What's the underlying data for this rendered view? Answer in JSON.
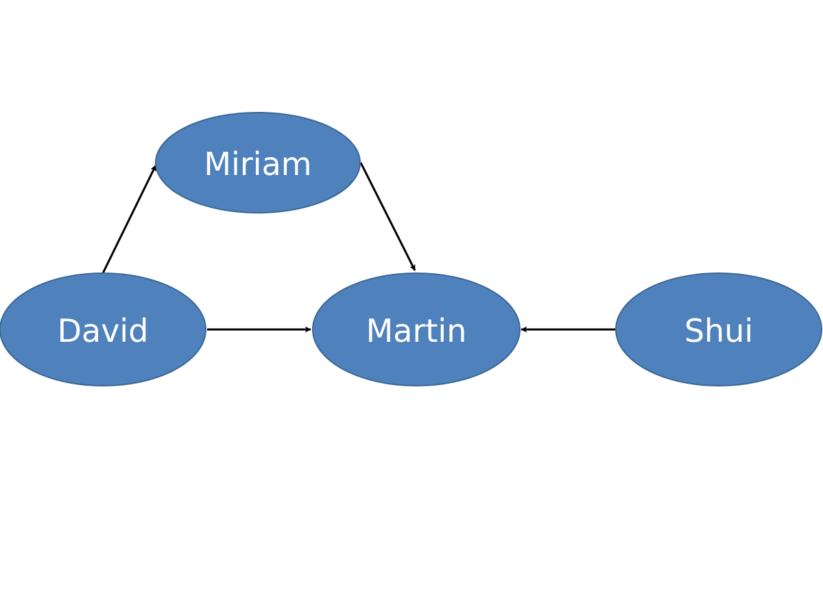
{
  "colors": {
    "node_fill": "#4f81bd",
    "node_stroke": "#3a6795",
    "node_text": "#ffffff",
    "edge": "#000000",
    "background": "#ffffff"
  },
  "nodes": [
    {
      "id": "miriam",
      "label": "Miriam"
    },
    {
      "id": "david",
      "label": "David"
    },
    {
      "id": "martin",
      "label": "Martin"
    },
    {
      "id": "shui",
      "label": "Shui"
    }
  ],
  "edges": [
    {
      "from": "david",
      "to": "miriam"
    },
    {
      "from": "miriam",
      "to": "martin"
    },
    {
      "from": "david",
      "to": "martin"
    },
    {
      "from": "shui",
      "to": "martin"
    }
  ]
}
